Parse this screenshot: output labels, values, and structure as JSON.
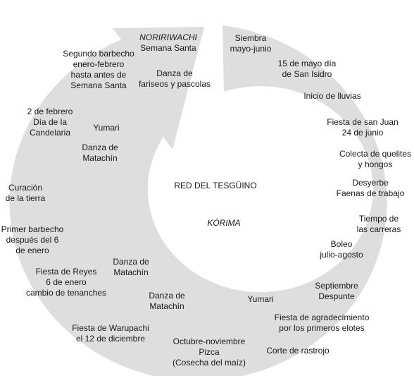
{
  "colors": {
    "band": "#dedede",
    "background": "#ffffff",
    "text": "#1a1a1a"
  },
  "center": {
    "title": "RED DEL TESGÜINO",
    "subtitle": "KÓRIMA"
  },
  "labels": {
    "noririwachi": "NORIRIWACHI",
    "semana_santa": "Semana Santa",
    "danza_fariseos": [
      "Danza de",
      "fariseos y pascolas"
    ],
    "siembra": [
      "Siembra",
      "mayo-junio"
    ],
    "san_isidro": [
      "15 de mayo día",
      "de San Isidro"
    ],
    "lluvias": "Inicio de lluvias",
    "san_juan": [
      "Fiesta de san Juan",
      "24 de junio"
    ],
    "quelites": [
      "Colecta de quelites",
      "y hongos"
    ],
    "desyerbe": [
      "Desyerbe",
      "Faenas de trabajo"
    ],
    "carreras": [
      "Tiempo de",
      "las carreras"
    ],
    "boleo": [
      "Boleo",
      "julio-agosto"
    ],
    "septiembre": [
      "Septiembre",
      "Despunte"
    ],
    "yumari_right": "Yumari",
    "agradecimiento": [
      "Fiesta de agradecimiento",
      "por los primeros elotes"
    ],
    "rastrojo": "Corte de rastrojo",
    "pizca": [
      "Octubre-noviembre",
      "Pizca",
      "(Cosecha del maíz)"
    ],
    "matachin_bottom": [
      "Danza de",
      "Matachín"
    ],
    "warupachi": [
      "Fiesta de Warupachi",
      "el 12 de diciembre"
    ],
    "matachin_lower_left": [
      "Danza de",
      "Matachín"
    ],
    "reyes": [
      "Fiesta de Reyes",
      "6 de enero",
      "cambio de tenanches"
    ],
    "primer_barbecho": [
      "Primer barbecho",
      "después del 6",
      "de enero"
    ],
    "curacion": [
      "Curación",
      "de la tierra"
    ],
    "candelaria": [
      "2 de febrero",
      "Día de la",
      "Candelaria"
    ],
    "yumari_left": "Yumari",
    "matachin_upper_left": [
      "Danza de",
      "Matachín"
    ],
    "segundo_barbecho": [
      "Segundo barbecho",
      "enero-febrero",
      "hasta antes de",
      "Semana Santa"
    ]
  }
}
